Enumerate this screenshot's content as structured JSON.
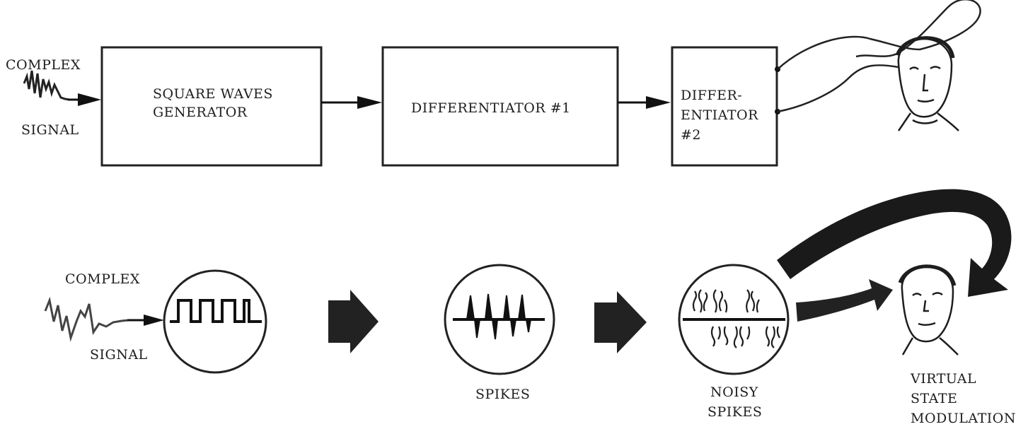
{
  "top_row": {
    "input_label_top": "COMPLEX",
    "input_label_bottom": "SIGNAL",
    "block1_line1": "SQUARE WAVES",
    "block1_line2": "GENERATOR",
    "block2": "DIFFERENTIATOR #1",
    "block3_line1": "DIFFER-",
    "block3_line2": "ENTIATOR",
    "block3_line3": "#2"
  },
  "bottom_row": {
    "input_label_top": "COMPLEX",
    "input_label_bottom": "SIGNAL",
    "spikes_label": "SPIKES",
    "noisy_line1": "NOISY",
    "noisy_line2": "SPIKES",
    "output_line1": "VIRTUAL",
    "output_line2": "STATE",
    "output_line3": "MODULATION"
  }
}
